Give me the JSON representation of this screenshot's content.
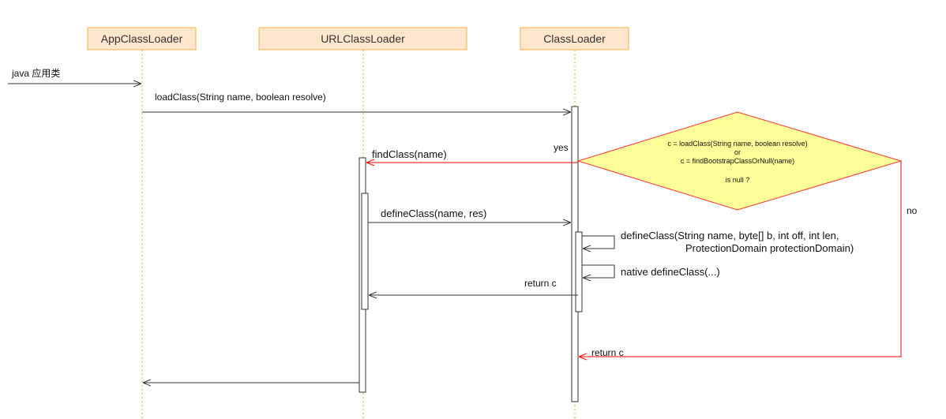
{
  "participants": [
    {
      "id": "app",
      "label": "AppClassLoader"
    },
    {
      "id": "url",
      "label": "URLClassLoader"
    },
    {
      "id": "cl",
      "label": "ClassLoader"
    }
  ],
  "messages": {
    "java_app": "java 应用类",
    "load_class": "loadClass(String name, boolean resolve)",
    "yes": "yes",
    "find_class": "findClass(name)",
    "define_class_call": "defineClass(name, res)",
    "define_class_full_1": "defineClass(String name, byte[] b, int off, int len,",
    "define_class_full_2": "ProtectionDomain protectionDomain)",
    "native_define": "native defineClass(...)",
    "return_c_1": "return c",
    "no": "no",
    "return_c_2": "return c"
  },
  "decision": {
    "line1": "c = loadClass(String name, boolean resolve)",
    "line2": "or",
    "line3": "c = findBootstrapClassOrNull(name)",
    "line4": "is null ?"
  },
  "colors": {
    "participant_fill": "#ffe6cc",
    "participant_border": "#f5b041",
    "decision_fill": "#ffff99",
    "decision_border": "#ff3333",
    "red_arrow": "#ff0000",
    "black_arrow": "#333333"
  }
}
